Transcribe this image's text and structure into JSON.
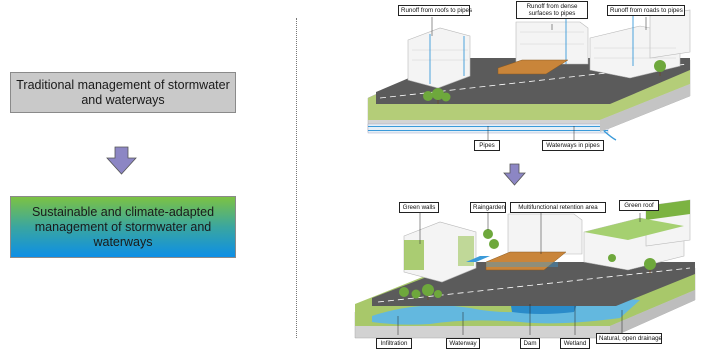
{
  "left_panel": {
    "traditional_label": "Traditional management of stormwater and waterways",
    "sustainable_label": "Sustainable and climate-adapted management of stormwater and waterways",
    "arrow": "down-arrow-icon"
  },
  "top_diagram": {
    "callouts": {
      "roofs": "Runoff from roofs to pipes",
      "dense": "Runoff from dense surfaces to pipes",
      "roads": "Runoff from roads to pipes",
      "pipes": "Pipes",
      "waterways": "Waterways in pipes"
    }
  },
  "bottom_diagram": {
    "callouts": {
      "green_walls": "Green walls",
      "raingarden": "Raingarden",
      "multifunctional": "Multifunctional retention area",
      "green_roof": "Green roof",
      "infiltration": "Infiltration",
      "waterway": "Waterway",
      "dam": "Dam",
      "wetland": "Wetland",
      "natural": "Natural, open drainage"
    }
  },
  "colors": {
    "traditional_fill": "#c9c9c9",
    "gradient_top": "#7cc243",
    "gradient_bottom": "#0d8fe6",
    "arrow_fill": "#8c86c4",
    "water": "#3a9ad9",
    "grass": "#a8c86a",
    "road": "#5b5b5b"
  }
}
